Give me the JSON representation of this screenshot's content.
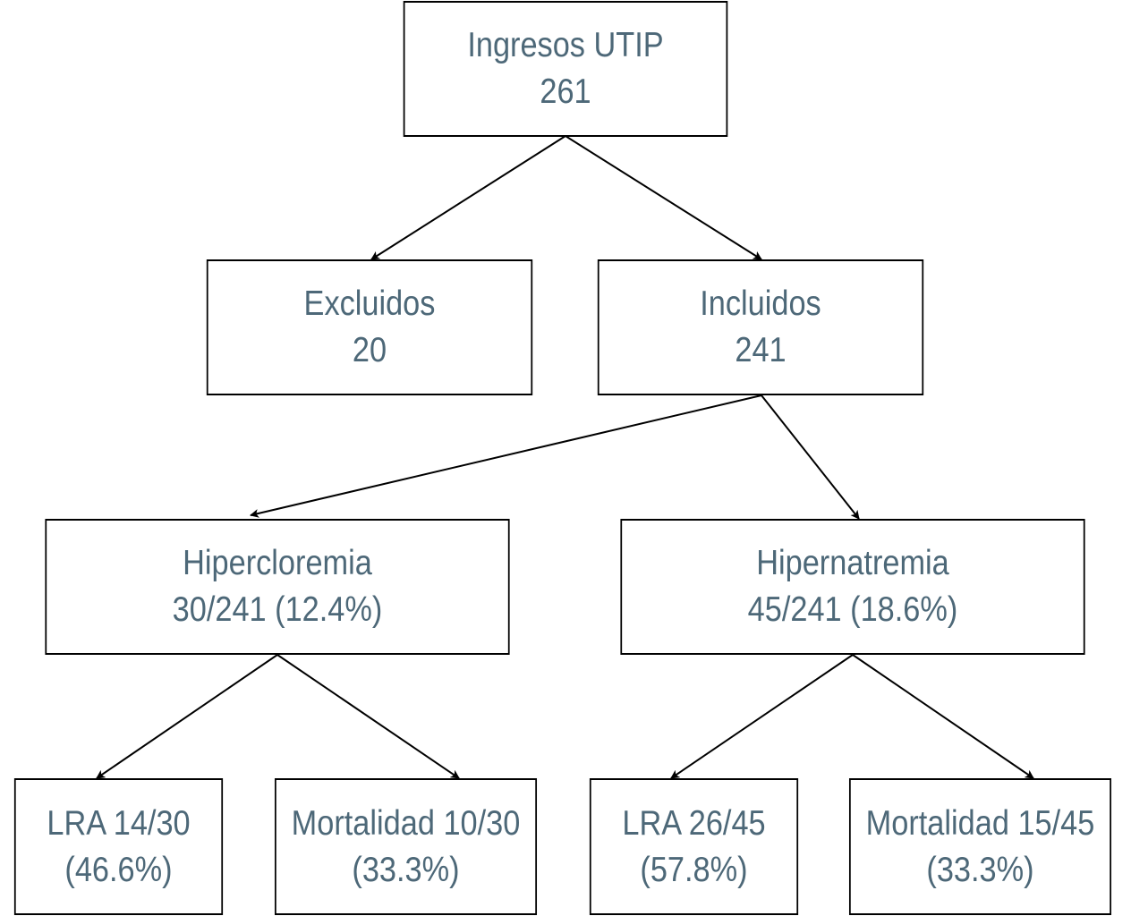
{
  "colors": {
    "text": "#4d6878",
    "border": "#000000",
    "arrow": "#000000",
    "background": "#ffffff"
  },
  "nodes": {
    "ingresos": {
      "line1": "Ingresos UTIP",
      "line2": "261"
    },
    "excluidos": {
      "line1": "Excluidos",
      "line2": "20"
    },
    "incluidos": {
      "line1": "Incluidos",
      "line2": "241"
    },
    "hipercloremia": {
      "line1": "Hipercloremia",
      "line2": "30/241 (12.4%)"
    },
    "hipernatremia": {
      "line1": "Hipernatremia",
      "line2": "45/241 (18.6%)"
    },
    "lra_hipercloremia": {
      "line1": "LRA 14/30",
      "line2": "(46.6%)"
    },
    "mortalidad_hipercloremia": {
      "line1": "Mortalidad 10/30",
      "line2": "(33.3%)"
    },
    "lra_hipernatremia": {
      "line1": "LRA 26/45",
      "line2": "(57.8%)"
    },
    "mortalidad_hipernatremia": {
      "line1": "Mortalidad 15/45",
      "line2": "(33.3%)"
    }
  },
  "edges": [
    {
      "from": "ingresos",
      "to": "excluidos"
    },
    {
      "from": "ingresos",
      "to": "incluidos"
    },
    {
      "from": "incluidos",
      "to": "hipercloremia"
    },
    {
      "from": "incluidos",
      "to": "hipernatremia"
    },
    {
      "from": "hipercloremia",
      "to": "lra_hipercloremia"
    },
    {
      "from": "hipercloremia",
      "to": "mortalidad_hipercloremia"
    },
    {
      "from": "hipernatremia",
      "to": "lra_hipernatremia"
    },
    {
      "from": "hipernatremia",
      "to": "mortalidad_hipernatremia"
    }
  ]
}
